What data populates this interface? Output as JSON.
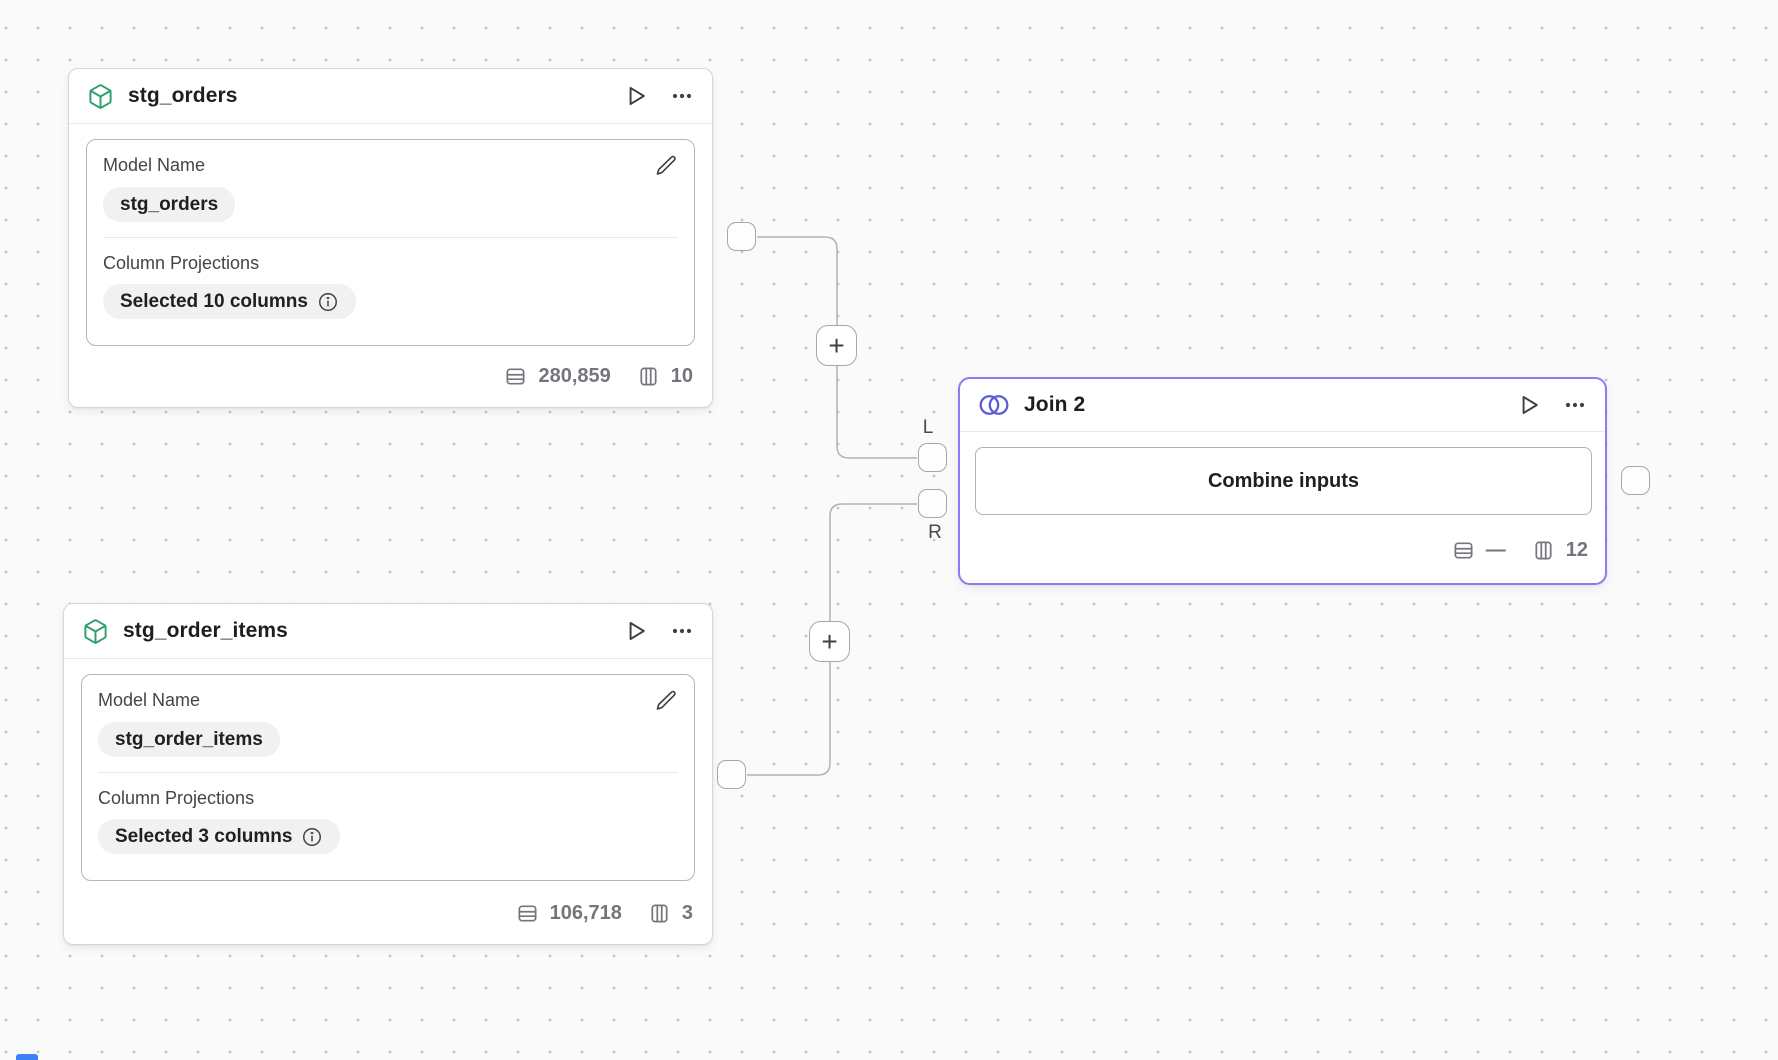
{
  "canvas": {
    "type": "data-pipeline-editor"
  },
  "nodes": {
    "stg_orders": {
      "title": "stg_orders",
      "model_name_label": "Model Name",
      "model_name_value": "stg_orders",
      "projections_label": "Column Projections",
      "projections_value": "Selected 10 columns",
      "row_count": "280,859",
      "column_count": "10"
    },
    "stg_order_items": {
      "title": "stg_order_items",
      "model_name_label": "Model Name",
      "model_name_value": "stg_order_items",
      "projections_label": "Column Projections",
      "projections_value": "Selected 3 columns",
      "row_count": "106,718",
      "column_count": "3"
    },
    "join2": {
      "title": "Join 2",
      "body_label": "Combine inputs",
      "row_count": "—",
      "column_count": "12",
      "left_port_label": "L",
      "right_port_label": "R"
    }
  },
  "edges": {
    "add_step_label": "+"
  },
  "icons": {
    "model_node": "box-icon",
    "join_node": "join-circles-icon",
    "run": "play-icon",
    "menu": "ellipsis-icon",
    "edit": "pencil-icon",
    "info": "info-icon",
    "rows": "rows-count-icon",
    "columns": "columns-count-icon"
  },
  "colors": {
    "selected_accent": "#8b7cf6",
    "model_icon_green": "#2e9e6b",
    "join_icon_indigo": "#5b5bd6",
    "node_border": "#d6d6da",
    "canvas_dot": "#c7c7c9",
    "bottom_fragment_blue": "#3b82f6"
  }
}
